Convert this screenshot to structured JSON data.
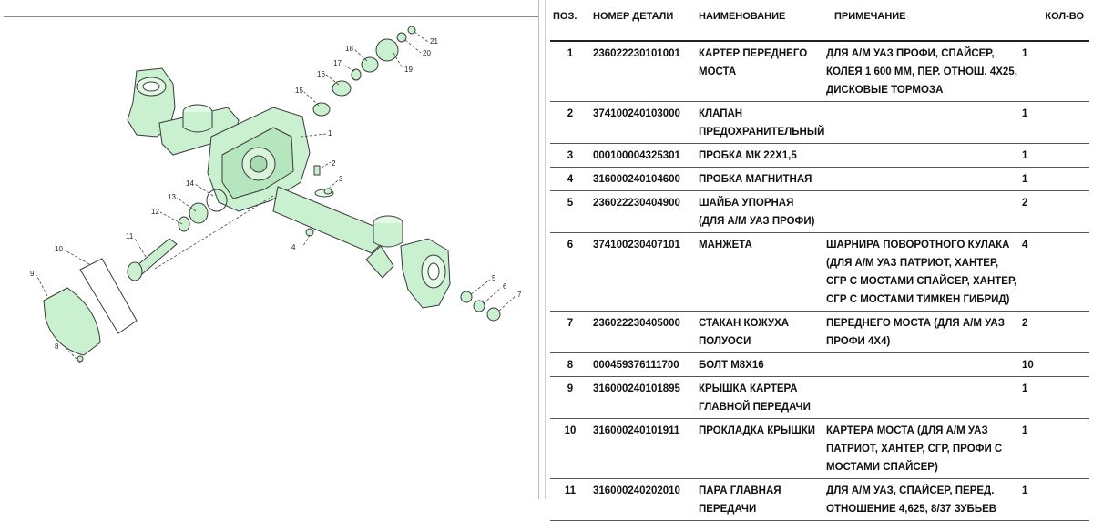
{
  "diagram": {
    "callouts": [
      "1",
      "2",
      "3",
      "4",
      "5",
      "6",
      "7",
      "8",
      "9",
      "10",
      "11",
      "12",
      "13",
      "14",
      "15",
      "16",
      "17",
      "18",
      "19",
      "20",
      "21"
    ],
    "colors": {
      "part_fill": "#c9f0cf",
      "part_stroke": "#3a3a3a",
      "leader": "#444444"
    }
  },
  "table": {
    "headers": {
      "pos": "ПОЗ.",
      "number": "НОМЕР ДЕТАЛИ",
      "name": "НАИМЕНОВАНИЕ",
      "note": "ПРИМЕЧАНИЕ",
      "qty": "КОЛ-ВО"
    },
    "rows": [
      {
        "pos": "1",
        "number": "236022230101001",
        "name": "КАРТЕР ПЕРЕДНЕГО МОСТА",
        "note": "ДЛЯ А/М УАЗ ПРОФИ, СПАЙСЕР, КОЛЕЯ 1 600 ММ, ПЕР. ОТНОШ. 4Х25, ДИСКОВЫЕ ТОРМОЗА",
        "qty": "1"
      },
      {
        "pos": "2",
        "number": "374100240103000",
        "name": "КЛАПАН ПРЕДОХРАНИТЕЛЬНЫЙ",
        "note": "",
        "qty": "1"
      },
      {
        "pos": "3",
        "number": "000100004325301",
        "name": "ПРОБКА МК 22Х1,5",
        "note": "",
        "qty": "1"
      },
      {
        "pos": "4",
        "number": "316000240104600",
        "name": "ПРОБКА МАГНИТНАЯ",
        "note": "",
        "qty": "1"
      },
      {
        "pos": "5",
        "number": "236022230404900",
        "name": "ШАЙБА УПОРНАЯ (ДЛЯ А/М УАЗ ПРОФИ)",
        "note": "",
        "qty": "2"
      },
      {
        "pos": "6",
        "number": "374100230407101",
        "name": "МАНЖЕТА",
        "note": "ШАРНИРА ПОВОРОТНОГО КУЛАКА (ДЛЯ А/М УАЗ ПАТРИОТ, ХАНТЕР, СГР С МОСТАМИ СПАЙСЕР, ХАНТЕР, СГР С МОСТАМИ ТИМКЕН ГИБРИД)",
        "qty": "4"
      },
      {
        "pos": "7",
        "number": "236022230405000",
        "name": "СТАКАН КОЖУХА ПОЛУОСИ",
        "note": "ПЕРЕДНЕГО МОСТА (ДЛЯ А/М УАЗ ПРОФИ 4Х4)",
        "qty": "2"
      },
      {
        "pos": "8",
        "number": "000459376111700",
        "name": "БОЛТ М8Х16",
        "note": "",
        "qty": "10"
      },
      {
        "pos": "9",
        "number": "316000240101895",
        "name": "КРЫШКА КАРТЕРА ГЛАВНОЙ ПЕРЕДАЧИ",
        "note": "",
        "qty": "1"
      },
      {
        "pos": "10",
        "number": "316000240101911",
        "name": "ПРОКЛАДКА КРЫШКИ",
        "note": "КАРТЕРА МОСТА (ДЛЯ А/М УАЗ ПАТРИОТ, ХАНТЕР, СГР, ПРОФИ С МОСТАМИ СПАЙСЕР)",
        "qty": "1"
      },
      {
        "pos": "11",
        "number": "316000240202010",
        "name": "ПАРА ГЛАВНАЯ ПЕРЕДАЧИ",
        "note": "ДЛЯ А/М УАЗ, СПАЙСЕР, ПЕРЕД. ОТНОШЕНИЕ 4,625, 8/37 ЗУБЬЕВ",
        "qty": "1"
      }
    ]
  }
}
